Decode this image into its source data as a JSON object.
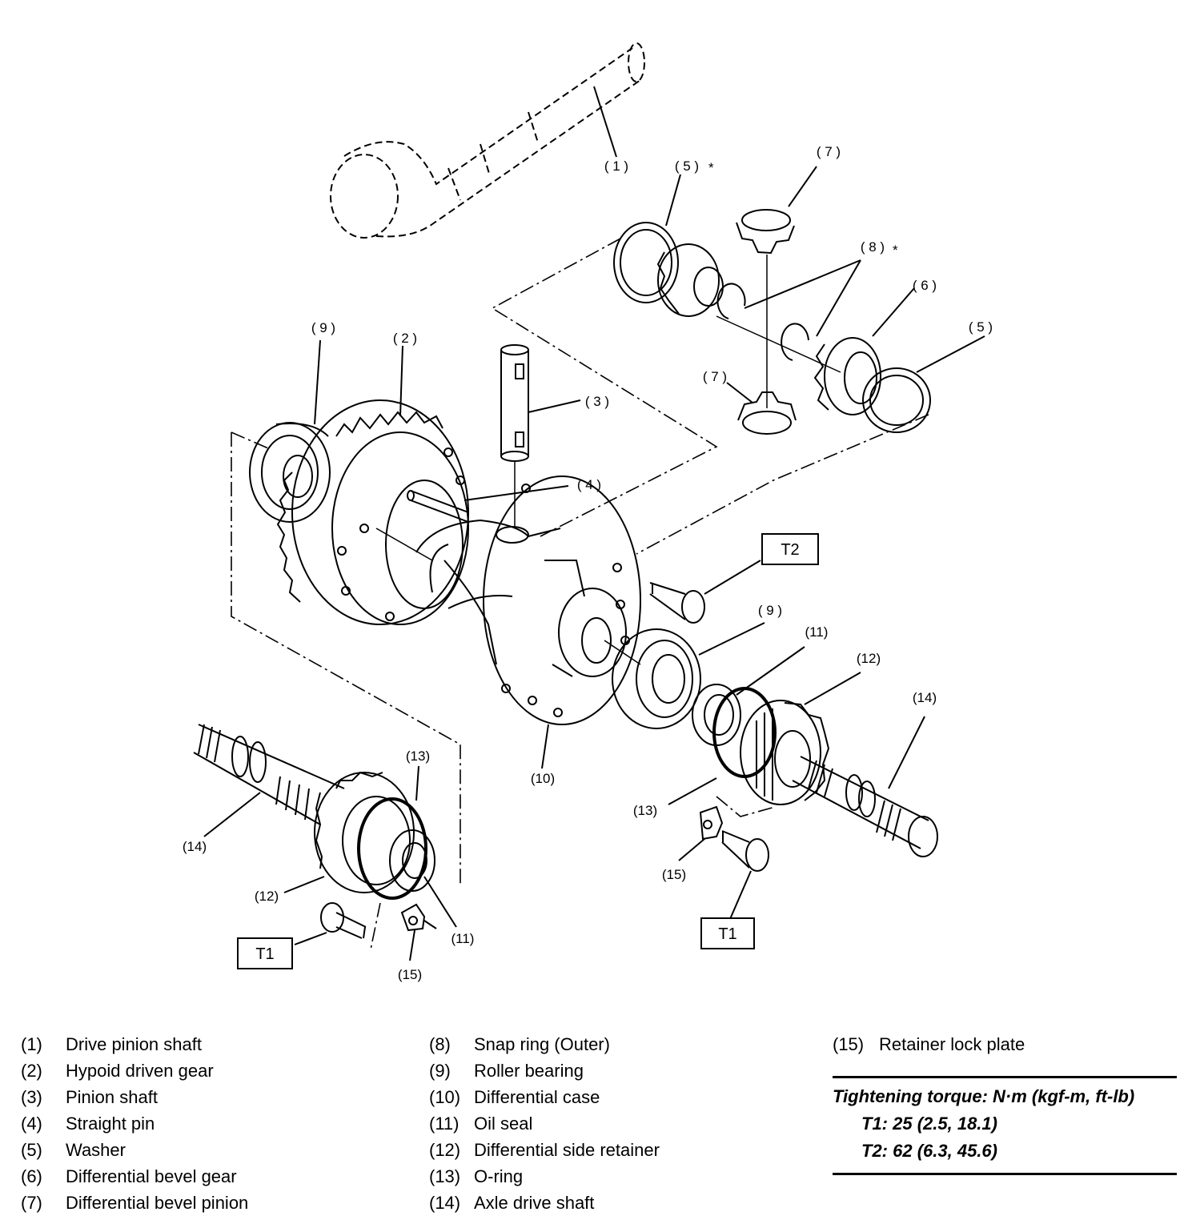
{
  "callouts": {
    "c1": "( 1 )",
    "c2": "( 2 )",
    "c3": "( 3 )",
    "c4": "( 4 )",
    "c5a": "( 5 )",
    "c5b": "( 5 )",
    "c6": "( 6 )",
    "c7a": "( 7 )",
    "c7b": "( 7 )",
    "c8": "( 8 )",
    "c9a": "( 9 )",
    "c9b": "( 9 )",
    "c10": "(10)",
    "c11a": "(11)",
    "c11b": "(11)",
    "c12a": "(12)",
    "c12b": "(12)",
    "c13a": "(13)",
    "c13b": "(13)",
    "c14a": "(14)",
    "c14b": "(14)",
    "c15a": "(15)",
    "c15b": "(15)",
    "star": "*"
  },
  "torque_tags": {
    "t1": "T1",
    "t2": "T2"
  },
  "legend": {
    "col1": [
      {
        "num": "(1)",
        "name": "Drive pinion shaft"
      },
      {
        "num": "(2)",
        "name": "Hypoid driven gear"
      },
      {
        "num": "(3)",
        "name": "Pinion shaft"
      },
      {
        "num": "(4)",
        "name": "Straight pin"
      },
      {
        "num": "(5)",
        "name": "Washer"
      },
      {
        "num": "(6)",
        "name": "Differential bevel gear"
      },
      {
        "num": "(7)",
        "name": "Differential bevel pinion"
      }
    ],
    "col2": [
      {
        "num": "(8)",
        "name": "Snap ring (Outer)"
      },
      {
        "num": "(9)",
        "name": "Roller bearing"
      },
      {
        "num": "(10)",
        "name": "Differential case"
      },
      {
        "num": "(11)",
        "name": "Oil seal"
      },
      {
        "num": "(12)",
        "name": "Differential side retainer"
      },
      {
        "num": "(13)",
        "name": "O-ring"
      },
      {
        "num": "(14)",
        "name": "Axle drive shaft"
      }
    ],
    "col3": [
      {
        "num": "(15)",
        "name": "Retainer lock plate"
      }
    ]
  },
  "torque": {
    "title": "Tightening torque: N·m (kgf-m, ft-lb)",
    "t1": "T1: 25 (2.5, 18.1)",
    "t2": "T2: 62 (6.3, 45.6)"
  }
}
